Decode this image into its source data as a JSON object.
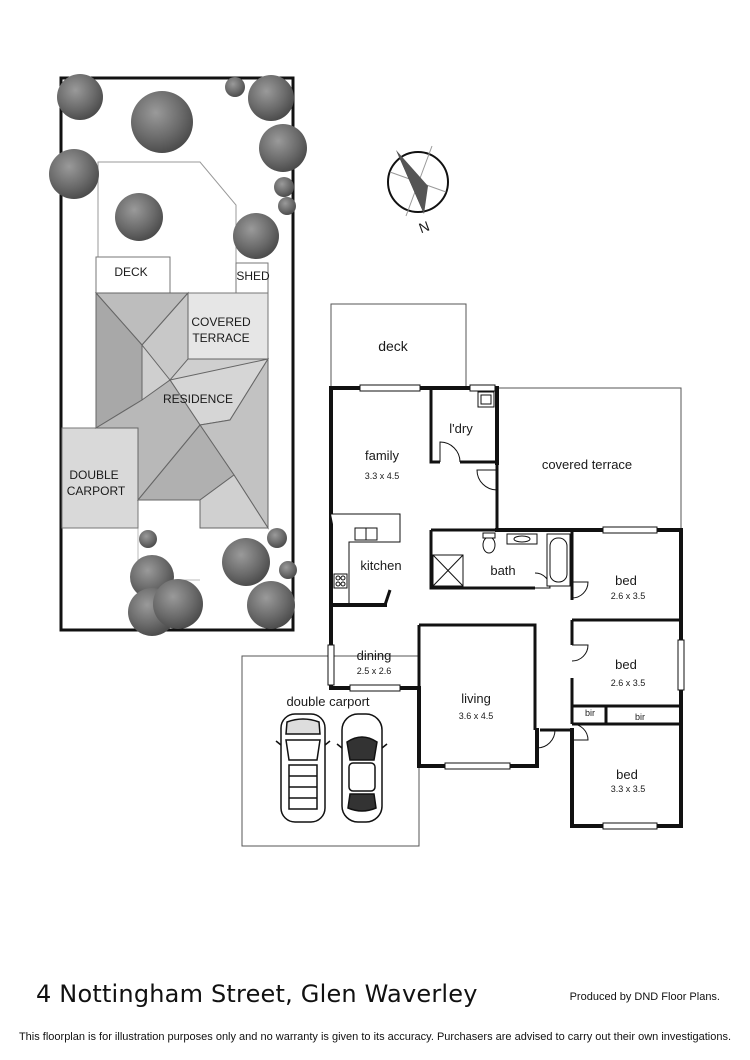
{
  "site_plan": {
    "labels": {
      "deck": "DECK",
      "shed": "SHED",
      "covered_terrace_1": "COVERED",
      "covered_terrace_2": "TERRACE",
      "residence": "RESIDENCE",
      "carport_1": "DOUBLE",
      "carport_2": "CARPORT"
    }
  },
  "compass": {
    "north": "N"
  },
  "floor_plan": {
    "deck": "deck",
    "family": {
      "name": "family",
      "size": "3.3 x 4.5"
    },
    "laundry": "l'dry",
    "covered_terrace": "covered terrace",
    "kitchen": "kitchen",
    "bath": "bath",
    "bed1": {
      "name": "bed",
      "size": "2.6 x 3.5"
    },
    "bed2": {
      "name": "bed",
      "size": "2.6 x 3.5"
    },
    "bed3": {
      "name": "bed",
      "size": "3.3 x 3.5"
    },
    "dining": {
      "name": "dining",
      "size": "2.5 x 2.6"
    },
    "living": {
      "name": "living",
      "size": "3.6 x 4.5"
    },
    "double_carport": "double carport",
    "bir1": "bir",
    "bir2": "bir"
  },
  "footer": {
    "address": "4 Nottingham Street, Glen Waverley",
    "producer": "Produced by DND Floor Plans.",
    "disclaimer": "This floorplan is for illustration purposes only and no warranty is given to its accuracy. Purchasers are advised to carry out their own investigations."
  }
}
